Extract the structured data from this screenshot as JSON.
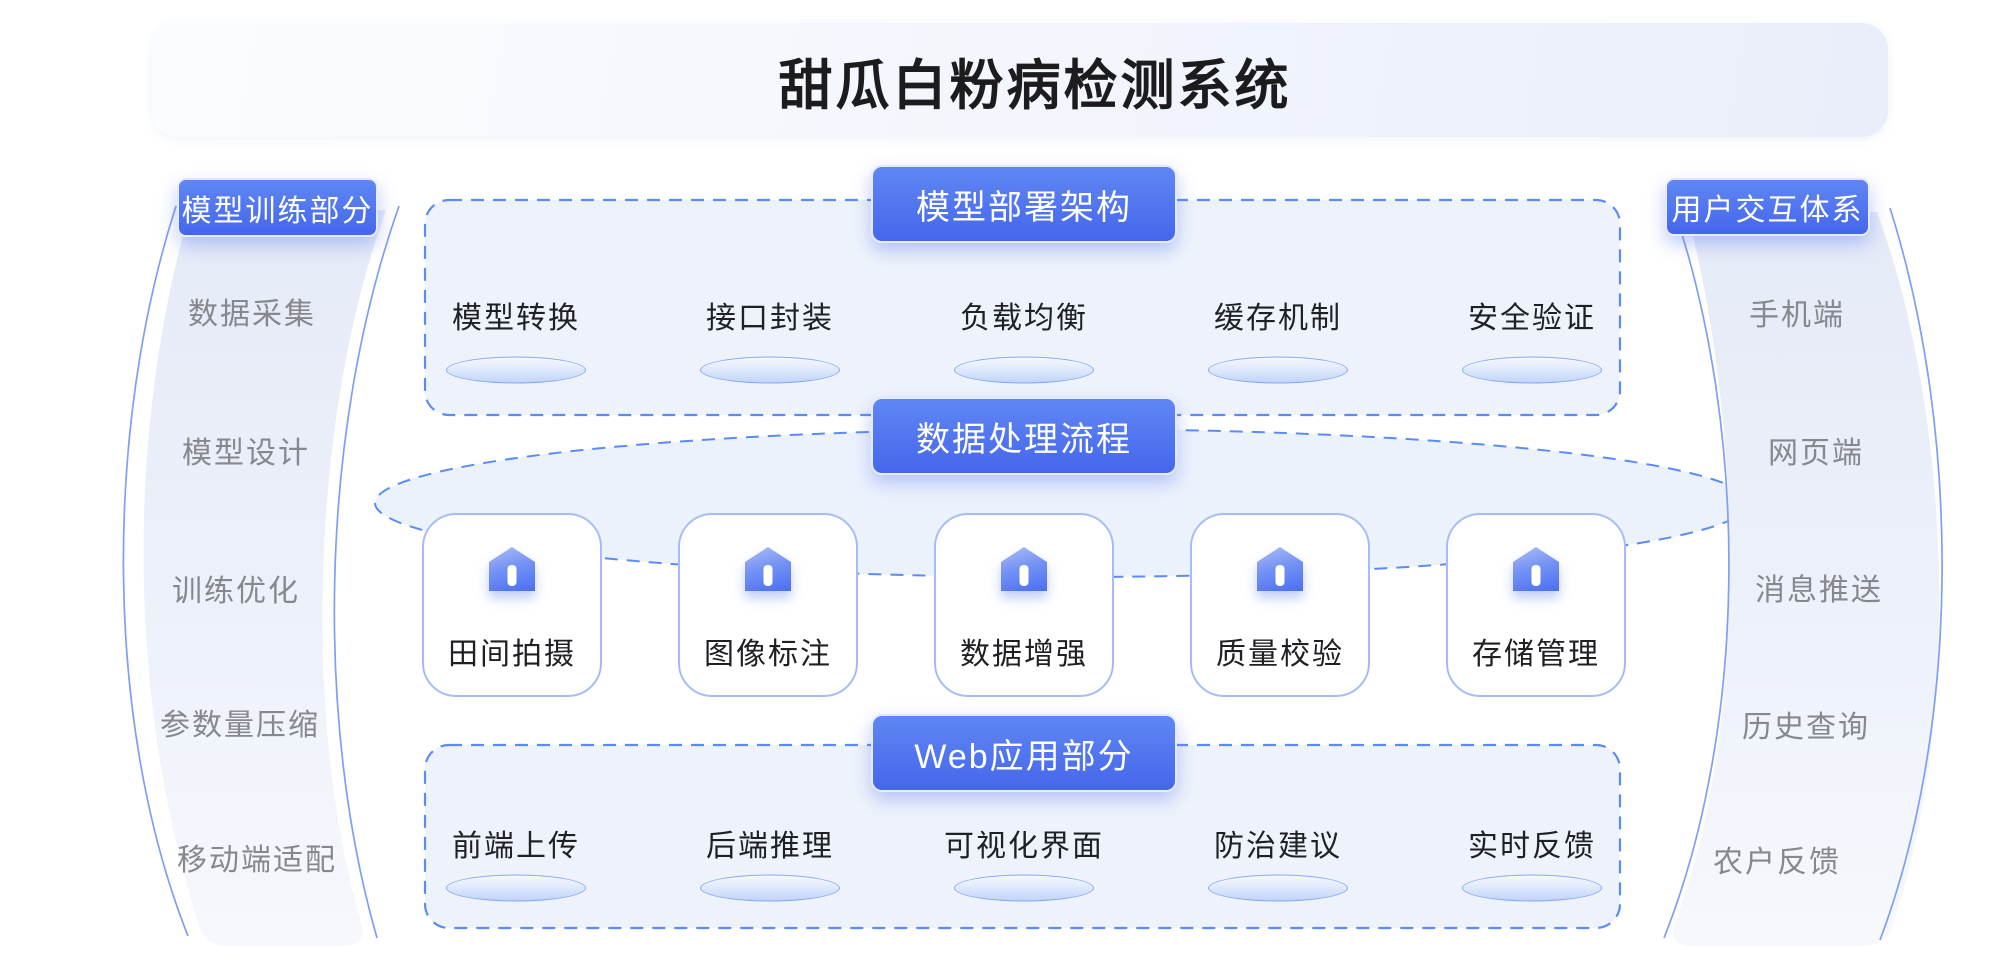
{
  "title": {
    "text": "甜瓜白粉病检测系统"
  },
  "left_panel": {
    "header": "模型训练部分",
    "items": [
      "数据采集",
      "模型设计",
      "训练优化",
      "参数量压缩",
      "移动端适配"
    ]
  },
  "right_panel": {
    "header": "用户交互体系",
    "items": [
      "手机端",
      "网页端",
      "消息推送",
      "历史查询",
      "农户反馈"
    ]
  },
  "deployment": {
    "header": "模型部署架构",
    "items": [
      "模型转换",
      "接口封装",
      "负载均衡",
      "缓存机制",
      "安全验证"
    ]
  },
  "pipeline": {
    "header": "数据处理流程",
    "card_icon": "home-icon",
    "items": [
      "田间拍摄",
      "图像标注",
      "数据增强",
      "质量校验",
      "存储管理"
    ]
  },
  "web": {
    "header": "Web应用部分",
    "items": [
      "前端上传",
      "后端推理",
      "可视化界面",
      "防治建议",
      "实时反馈"
    ]
  },
  "colors": {
    "accent_blue": "#4a6ef0",
    "pill_gradient_top": "#5f87f3",
    "pill_gradient_bottom": "#4566ec",
    "dashed_border": "#5b8cf6",
    "band_line": "#7e9ff2",
    "panel_fill": "#ecf1fa",
    "muted_text": "#86888d",
    "dark_text": "#1f2024"
  }
}
